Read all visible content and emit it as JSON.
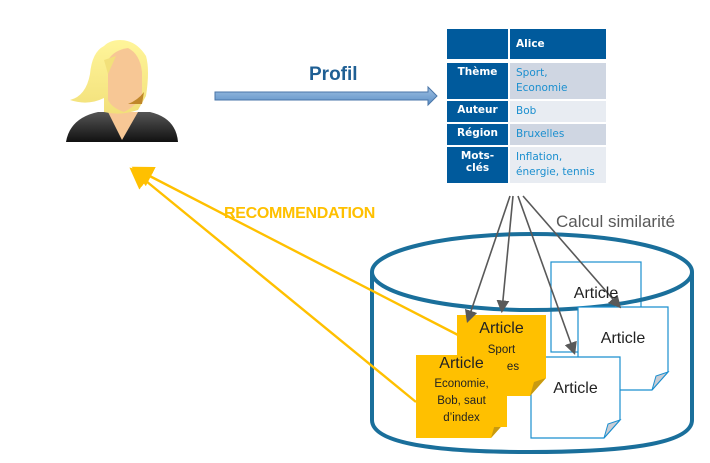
{
  "labels": {
    "profil": "Profil",
    "recommendation": "RECOMMENDATION",
    "similarity": "Calcul similarité"
  },
  "user": {
    "icon": "user-avatar-woman-icon"
  },
  "profile_table": {
    "header": {
      "key": "",
      "value": "Alice"
    },
    "rows": [
      {
        "key": "Thème",
        "value_lines": [
          "Sport,",
          "Economie"
        ]
      },
      {
        "key": "Auteur",
        "value_lines": [
          "Bob"
        ]
      },
      {
        "key": "Région",
        "value_lines": [
          "Bruxelles"
        ]
      },
      {
        "key_lines": [
          "Mots-",
          "clés"
        ],
        "value_lines": [
          "Inflation,",
          "énergie, tennis"
        ]
      }
    ]
  },
  "database": {
    "articles": [
      {
        "title": "Article",
        "state": "plain"
      },
      {
        "title": "Article",
        "state": "plain"
      },
      {
        "title": "Article",
        "state": "plain"
      },
      {
        "title": "Article",
        "state": "recommended",
        "lines": [
          "Sport",
          "…elles"
        ]
      },
      {
        "title": "Article",
        "state": "recommended",
        "lines": [
          "Economie,",
          "Bob, saut",
          "d’index"
        ]
      }
    ]
  },
  "colors": {
    "table_dark": "#005a9c",
    "table_light_1": "#cfd6e2",
    "table_light_2": "#e8ecf2",
    "value_text": "#1b8fcf",
    "profil_text": "#1f5f94",
    "recommendation": "#ffc000",
    "cylinder": "#1a6f9b",
    "article_border": "#1b8fcf",
    "note_fill": "#ffc000",
    "arrow_gray": "#595959"
  }
}
